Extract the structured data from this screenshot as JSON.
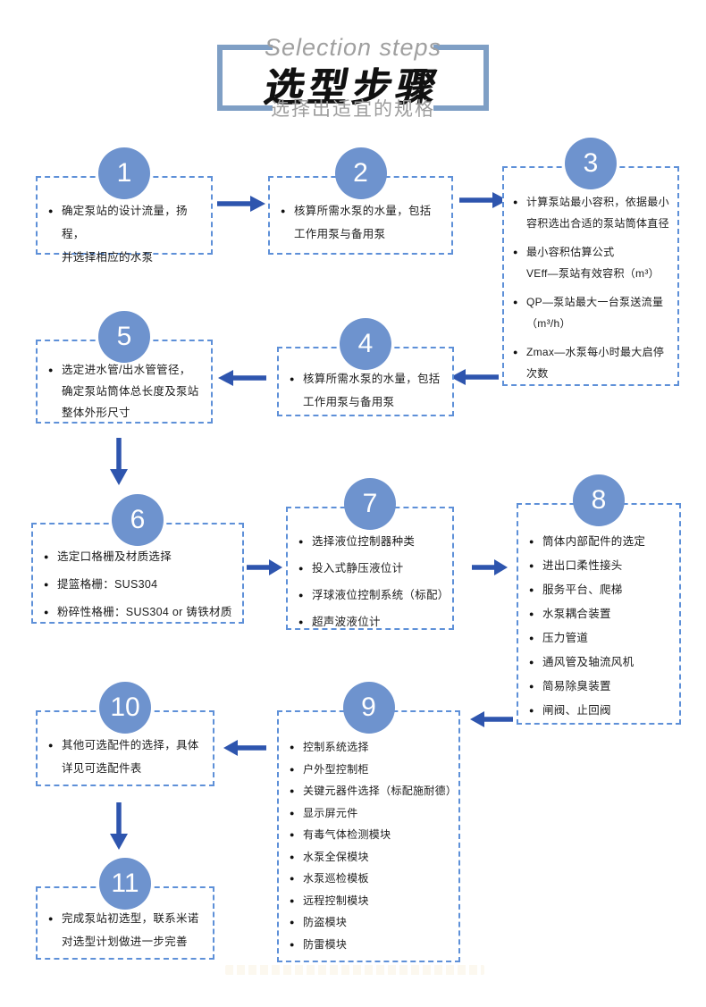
{
  "header": {
    "subtitle_en": "Selection steps",
    "title": "选型步骤",
    "tagline": "选择出适宜的规格"
  },
  "colors": {
    "box_border": "#5e90d8",
    "circle_fill": "#6e93ce",
    "arrow": "#2e55ae",
    "bracket": "#7f9fc5",
    "gray_text": "#9c9c9c",
    "body_text": "#1c1c1c"
  },
  "steps": [
    {
      "number": "1",
      "items": [
        "确定泵站的设计流量，扬程，\n并选择相应的水泵"
      ]
    },
    {
      "number": "2",
      "items": [
        "核算所需水泵的水量，包括\n工作用泵与备用泵"
      ]
    },
    {
      "number": "3",
      "items": [
        "计算泵站最小容积，依据最小\n容积选出合适的泵站筒体直径",
        "最小容积估算公式\nVEff—泵站有效容积（m³）",
        "QP—泵站最大一台泵送流量\n（m³/h）",
        "Zmax—水泵每小时最大启停\n次数"
      ]
    },
    {
      "number": "4",
      "items": [
        "核算所需水泵的水量，包括\n工作用泵与备用泵"
      ]
    },
    {
      "number": "5",
      "items": [
        "选定进水管/出水管管径，\n确定泵站筒体总长度及泵站\n整体外形尺寸"
      ]
    },
    {
      "number": "6",
      "items": [
        "选定口格栅及材质选择",
        "提篮格栅：SUS304",
        "粉碎性格栅：SUS304 or 铸铁材质"
      ]
    },
    {
      "number": "7",
      "items": [
        "选择液位控制器种类",
        "投入式静压液位计",
        "浮球液位控制系统（标配）",
        "超声波液位计"
      ]
    },
    {
      "number": "8",
      "items": [
        "筒体内部配件的选定",
        "进出口柔性接头",
        "服务平台、爬梯",
        "水泵耦合装置",
        "压力管道",
        "通风管及轴流风机",
        "简易除臭装置",
        "闸阀、止回阀"
      ]
    },
    {
      "number": "9",
      "items": [
        "控制系统选择",
        "户外型控制柜",
        "关键元器件选择（标配施耐德）",
        "显示屏元件",
        "有毒气体检测模块",
        "水泵全保模块",
        "水泵巡检模板",
        "远程控制模块",
        "防盗模块",
        "防雷模块"
      ]
    },
    {
      "number": "10",
      "items": [
        "其他可选配件的选择，具体\n详见可选配件表"
      ]
    },
    {
      "number": "11",
      "items": [
        "完成泵站初选型，联系米诺\n对选型计划做进一步完善"
      ]
    }
  ]
}
